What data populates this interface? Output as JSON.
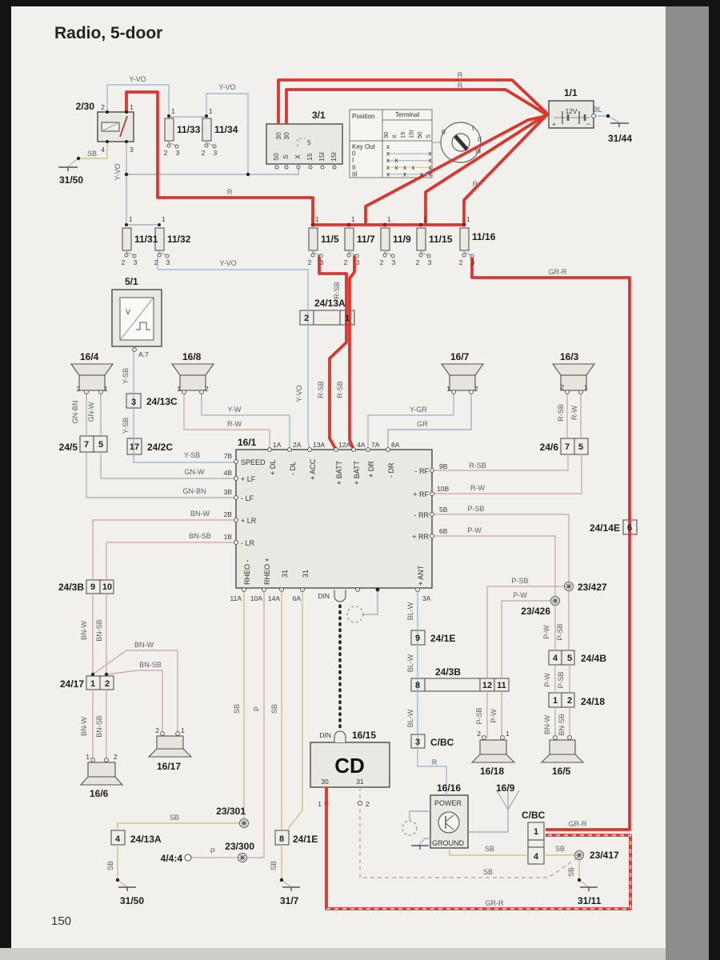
{
  "title": "Radio, 5-door",
  "page_number": "150",
  "c": {
    "relay": "2/30",
    "ign": "3/1",
    "batt": "1/1",
    "batt_v": "12V",
    "amp": "5/1",
    "amp_pin": "A:7",
    "f1133": "11/33",
    "f1134": "11/34",
    "f1131": "11/31",
    "f1132": "11/32",
    "f115": "11/5",
    "f117": "11/7",
    "f119": "11/9",
    "f1115": "11/15",
    "f1116": "11/16",
    "g3150": "31/50",
    "g3144": "31/44",
    "g317": "31/7",
    "g3111": "31/11",
    "u161": "16/1",
    "s164": "16/4",
    "s168": "16/8",
    "s167": "16/7",
    "s163": "16/3",
    "s166": "16/6",
    "s1617": "16/17",
    "s1618": "16/18",
    "s165": "16/5",
    "s169": "16/9",
    "s1615": "16/15",
    "s1616": "16/16",
    "cd": "CD",
    "power": "POWER",
    "ground": "GROUND",
    "c2413a": "24/13A",
    "c2413c": "24/13C",
    "c242c": "24/2C",
    "c245": "24/5",
    "c246": "24/6",
    "c2414e": "24/14E",
    "c243b": "24/3B",
    "c2417": "24/17",
    "c241e": "24/1E",
    "c244b": "24/4B",
    "c2418": "24/18",
    "cbc": "C/BC",
    "p444": "4/4:4",
    "sp23301": "23/301",
    "sp23300": "23/300",
    "sp23417": "23/417",
    "sp23427": "23/427",
    "sp23426": "23/426",
    "din": "DIN"
  },
  "w": {
    "yvo": "Y-VO",
    "r": "R",
    "sb": "SB",
    "rsb": "R-SB",
    "rw": "R-W",
    "yw": "Y-W",
    "ygr": "Y-GR",
    "gr": "GR",
    "gnw": "GN-W",
    "gnbn": "GN-BN",
    "bnw": "BN-W",
    "bnsb": "BN-SB",
    "ysb": "Y-SB",
    "psb": "P-SB",
    "pw": "P-W",
    "blw": "BL-W",
    "bl": "BL",
    "grr": "GR-R",
    "p": "P"
  },
  "pn": {
    "n1": "1",
    "n2": "2",
    "n3": "3",
    "n4": "4",
    "n5": "5",
    "n6": "6",
    "n7": "7",
    "n8": "8",
    "n9": "9",
    "n10": "10",
    "n11": "11",
    "n12": "12",
    "n17": "17",
    "n30": "30",
    "n31": "31",
    "plus": "+",
    "minus": "−"
  },
  "u": {
    "speed": "SPEED",
    "lfp": "+ LF",
    "lfm": "- LF",
    "lrp": "+ LR",
    "lrm": "- LR",
    "rfm": "- RF",
    "rfp": "+ RF",
    "rrm": "- RR",
    "rrp": "+ RR",
    "ant": "+ ANT",
    "rheom": "RHEO -",
    "rheop": "RHEO +",
    "n31": "31",
    "dlp": "+ DL",
    "dlm": "- DL",
    "acc": "+ ACC",
    "batt": "+ BATT",
    "drp": "+ DR",
    "drm": "- DR",
    "a1": "1A",
    "a2": "2A",
    "a13": "13A",
    "a12": "12A",
    "a4": "4A",
    "a7": "7A",
    "a8": "8A",
    "a3": "3A",
    "a11": "11A",
    "a10": "10A",
    "a14": "14A",
    "a6": "6A",
    "b7": "7B",
    "b4": "4B",
    "b3": "3B",
    "b2": "2B",
    "b1": "1B",
    "b9": "9B",
    "b10": "10B",
    "b5": "5B",
    "b6": "6B"
  },
  "ign": {
    "t30": "30",
    "t5": "5",
    "t50": "50",
    "ts": "S",
    "tx": "X",
    "t15": "15",
    "t15i": "15I"
  },
  "tbl": {
    "position": "Position",
    "terminal": "Terminal",
    "cols": [
      "30",
      "X",
      "15",
      "15I",
      "50",
      "S"
    ],
    "rows": [
      {
        "pos": "Key Out",
        "marks": [
          1,
          0,
          0,
          0,
          0,
          0
        ]
      },
      {
        "pos": "0",
        "marks": [
          1,
          0,
          0,
          0,
          0,
          1
        ]
      },
      {
        "pos": "I",
        "marks": [
          1,
          1,
          0,
          0,
          0,
          1
        ]
      },
      {
        "pos": "II",
        "marks": [
          1,
          1,
          1,
          1,
          0,
          1
        ]
      },
      {
        "pos": "III",
        "marks": [
          1,
          0,
          1,
          0,
          1,
          1
        ]
      }
    ],
    "line_colors": [
      "",
      "#9aa6b5",
      "#9aa6b5",
      "#d8c66a",
      "#90a8cf"
    ],
    "key_positions": [
      "0",
      "I",
      "II",
      "III"
    ],
    "mark": "x"
  }
}
